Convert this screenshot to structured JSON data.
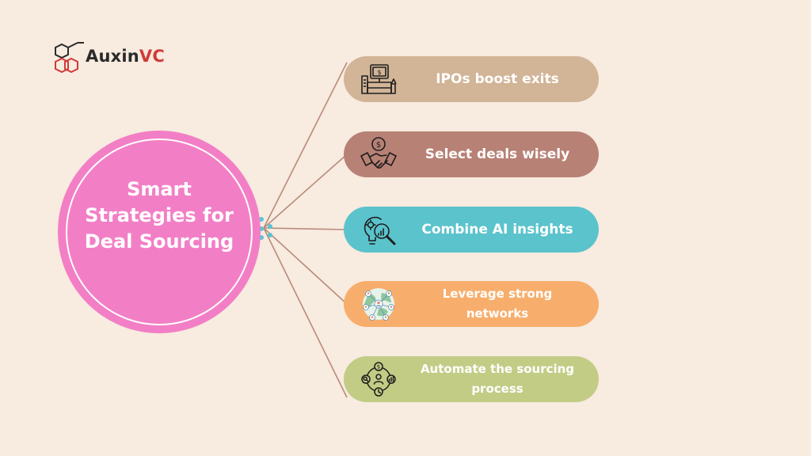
{
  "brand": {
    "name_part1": "Auxin",
    "name_part2": "VC",
    "accent": "#d23a3a"
  },
  "hub": {
    "title": "Smart Strategies for Deal Sourcing",
    "color": "#f27fc6",
    "ring_color": "#ffffff"
  },
  "connector_color": "#b88b7d",
  "node_dot_color": "#5bc3d3",
  "items": [
    {
      "label": "IPOs boost exits",
      "color": "#d2b497",
      "icon": "cash-register-icon"
    },
    {
      "label": "Select deals wisely",
      "color": "#b88175",
      "icon": "handshake-money-icon"
    },
    {
      "label": "Combine AI insights",
      "color": "#5bc3cc",
      "icon": "ai-lightbulb-magnifier-icon"
    },
    {
      "label": "Leverage strong networks",
      "color": "#f7ae6c",
      "icon": "global-network-icon"
    },
    {
      "label": "Automate the sourcing process",
      "color": "#c2cc85",
      "icon": "automation-cycle-icon"
    }
  ]
}
